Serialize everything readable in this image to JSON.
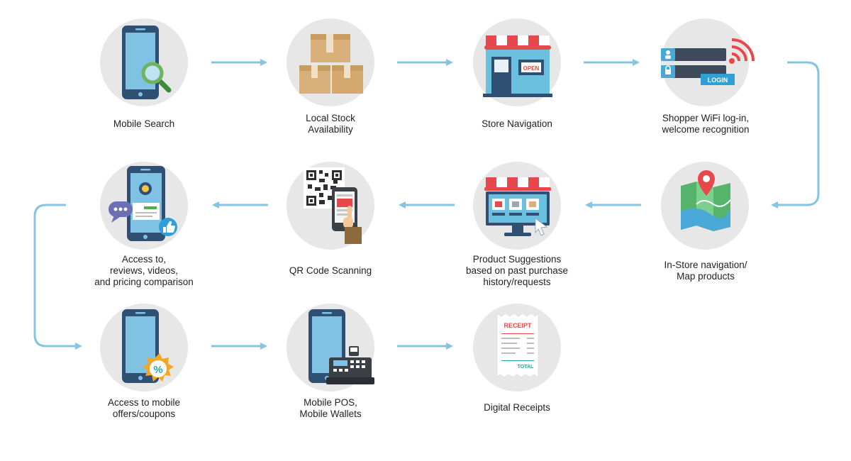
{
  "steps": [
    {
      "id": "mobile-search",
      "label_lines": [
        "Mobile Search"
      ],
      "icon": "phone-search-icon"
    },
    {
      "id": "local-stock",
      "label_lines": [
        "Local Stock",
        "Availability"
      ],
      "icon": "boxes-icon"
    },
    {
      "id": "store-navigation",
      "label_lines": [
        "Store Navigation"
      ],
      "icon": "storefront-icon"
    },
    {
      "id": "wifi-login",
      "label_lines": [
        "Shopper WiFi log-in,",
        "welcome recognition"
      ],
      "icon": "wifi-login-icon"
    },
    {
      "id": "instore-map",
      "label_lines": [
        "In-Store navigation/",
        "Map products"
      ],
      "icon": "map-pin-icon"
    },
    {
      "id": "product-suggestions",
      "label_lines": [
        "Product Suggestions",
        "based on past purchase",
        "history/requests"
      ],
      "icon": "online-store-icon"
    },
    {
      "id": "qr-scanning",
      "label_lines": [
        "QR Code Scanning"
      ],
      "icon": "qr-scan-icon"
    },
    {
      "id": "reviews",
      "label_lines": [
        "Access to,",
        "reviews, videos,",
        "and pricing comparison"
      ],
      "icon": "phone-review-icon"
    },
    {
      "id": "offers",
      "label_lines": [
        "Access to mobile",
        "offers/coupons"
      ],
      "icon": "phone-coupon-icon"
    },
    {
      "id": "mobile-pos",
      "label_lines": [
        "Mobile POS,",
        "Mobile Wallets"
      ],
      "icon": "phone-register-icon"
    },
    {
      "id": "digital-receipts",
      "label_lines": [
        "Digital Receipts"
      ],
      "icon": "receipt-icon"
    }
  ],
  "icon_text": {
    "open_sign": "OPEN",
    "login_button": "LOGIN",
    "receipt_title": "RECEIPT",
    "receipt_total": "TOTAL",
    "coupon_symbol": "%"
  },
  "colors": {
    "circle": "#e7e7e7",
    "arrow": "#86c4e0",
    "phone_body": "#2f4f73",
    "phone_screen": "#7fc2e4",
    "accent_red": "#e8474c",
    "box": "#d9b07a"
  }
}
